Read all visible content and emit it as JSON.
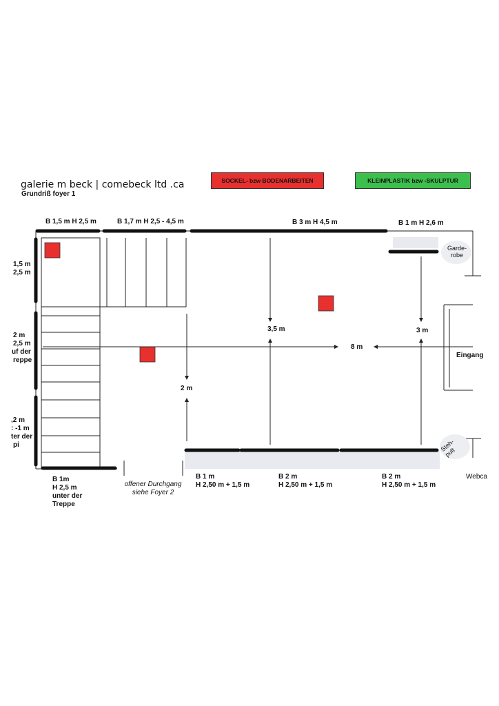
{
  "header": {
    "brand": "galerie m beck  |  comebeck ltd .ca",
    "subtitle": "Grundriß  foyer 1"
  },
  "legend": {
    "sockel": {
      "label": "SOCKEL-  bzw BODENARBEITEN",
      "color": "#e8302e"
    },
    "kleinplastik": {
      "label": "KLEINPLASTIK bzw -SKULPTUR",
      "color": "#3cbf4c"
    }
  },
  "colors": {
    "wall": "#111111",
    "line": "#222222",
    "pedestal": "#e8302e",
    "panel": "#e8eaf0"
  },
  "top_labels": {
    "wall1": "B 1,5 m H 2,5 m",
    "wall2": "B 1,7 m H 2,5 - 4,5 m",
    "wall3": "B 3 m H 4,5 m",
    "wall4": "B 1 m H 2,6 m"
  },
  "left_labels": {
    "a1": "1,5 m",
    "a2": "2,5 m",
    "b1": "2 m",
    "b2": "2,5 m",
    "b3": "uf der",
    "b4": "reppe",
    "c1": ",2 m",
    "c2": ": -1 m",
    "c3": "ter der",
    "c4": "pi"
  },
  "dimensions": {
    "d35": "3,5 m",
    "d3": "3 m",
    "d8": "8 m",
    "d2": "2 m"
  },
  "room_labels": {
    "garderobe": "Garde-\nrobe",
    "eingang": "Eingang",
    "stehpult": "Steh-\npult",
    "webcam": "Webca"
  },
  "bottom_labels": {
    "stair_wall": "B 1m\nH 2,5 m\nunter der\nTreppe",
    "passage": "offener Durchgang\nsiehe Foyer 2",
    "wall_b1": "B 1 m\nH 2,50 m + 1,5 m",
    "wall_b2a": "B 2 m\nH 2,50 m + 1,5 m",
    "wall_b2b": "B 2 m\nH 2,50 m + 1,5 m"
  }
}
